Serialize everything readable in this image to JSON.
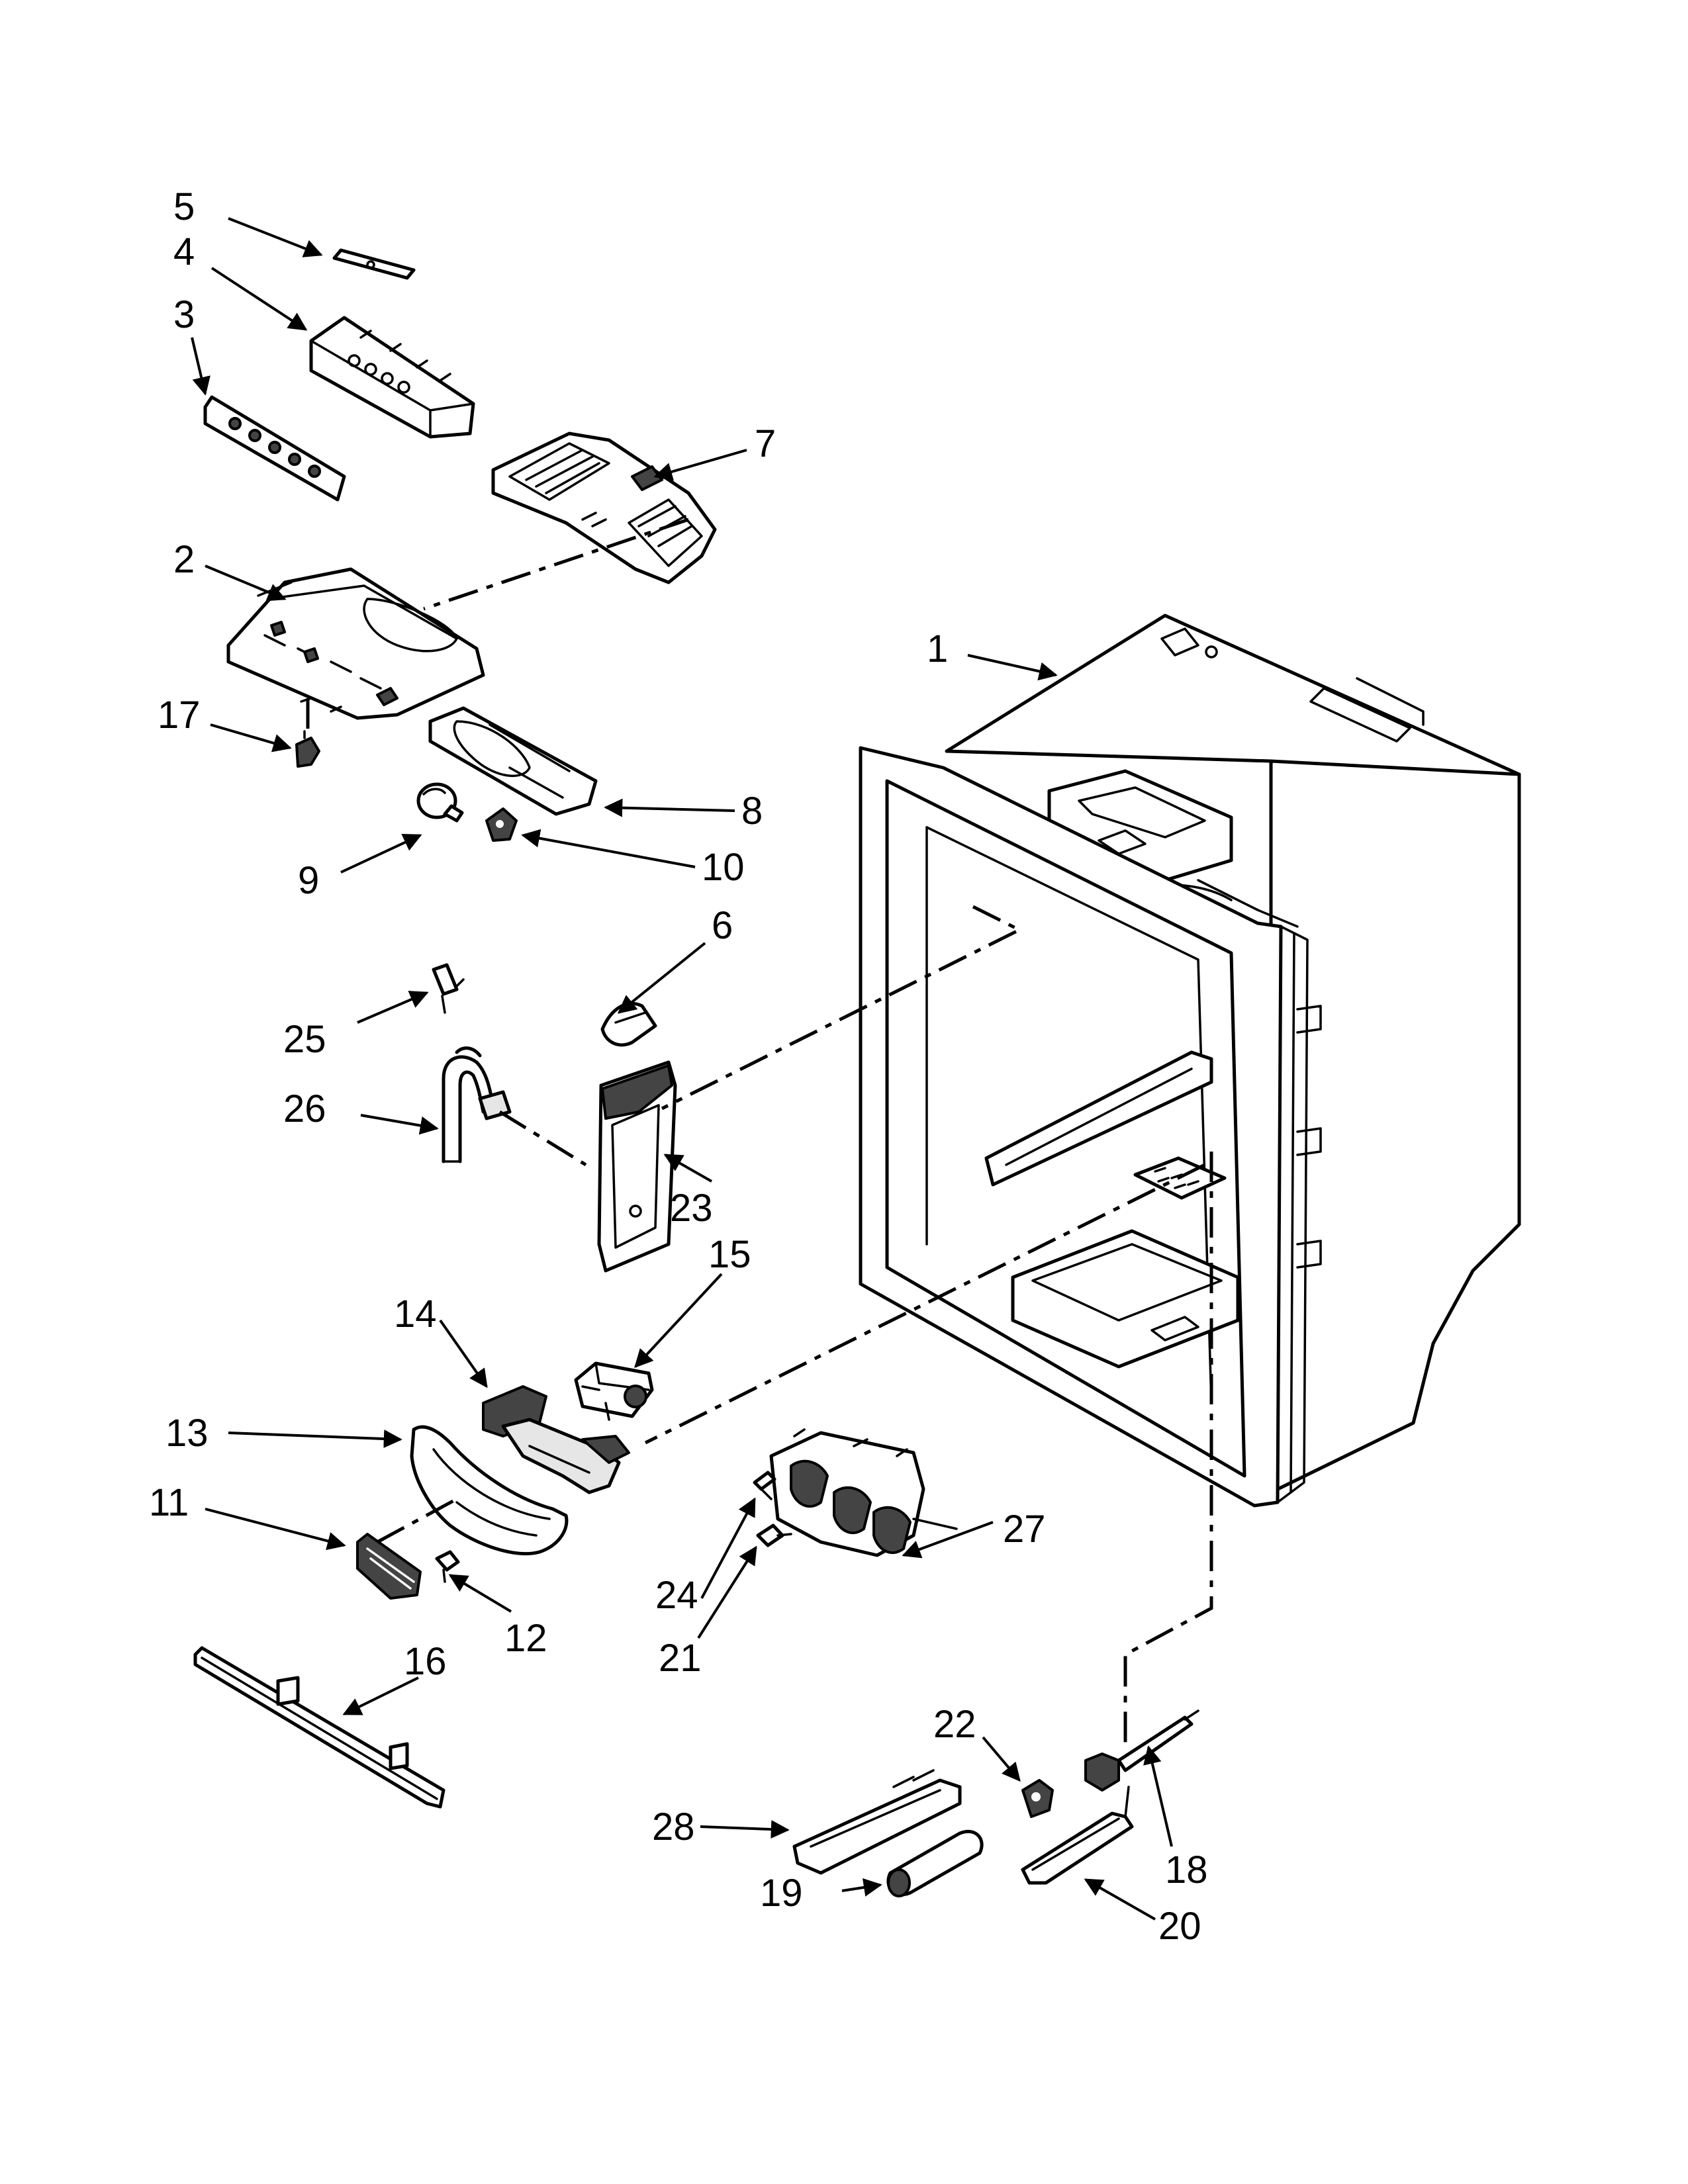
{
  "callouts": [
    {
      "id": "1",
      "text": "1"
    },
    {
      "id": "2",
      "text": "2"
    },
    {
      "id": "3",
      "text": "3"
    },
    {
      "id": "4",
      "text": "4"
    },
    {
      "id": "5",
      "text": "5"
    },
    {
      "id": "6",
      "text": "6"
    },
    {
      "id": "7",
      "text": "7"
    },
    {
      "id": "8",
      "text": "8"
    },
    {
      "id": "9",
      "text": "9"
    },
    {
      "id": "10",
      "text": "10"
    },
    {
      "id": "11",
      "text": "11"
    },
    {
      "id": "12",
      "text": "12"
    },
    {
      "id": "13",
      "text": "13"
    },
    {
      "id": "14",
      "text": "14"
    },
    {
      "id": "15",
      "text": "15"
    },
    {
      "id": "16",
      "text": "16"
    },
    {
      "id": "17",
      "text": "17"
    },
    {
      "id": "18",
      "text": "18"
    },
    {
      "id": "19",
      "text": "19"
    },
    {
      "id": "20",
      "text": "20"
    },
    {
      "id": "21",
      "text": "21"
    },
    {
      "id": "22",
      "text": "22"
    },
    {
      "id": "23",
      "text": "23"
    },
    {
      "id": "24",
      "text": "24"
    },
    {
      "id": "25",
      "text": "25"
    },
    {
      "id": "26",
      "text": "26"
    },
    {
      "id": "27",
      "text": "27"
    },
    {
      "id": "28",
      "text": "28"
    }
  ],
  "colors": {
    "line": "#000000",
    "background": "#ffffff",
    "shade": "#e6e6e6"
  }
}
